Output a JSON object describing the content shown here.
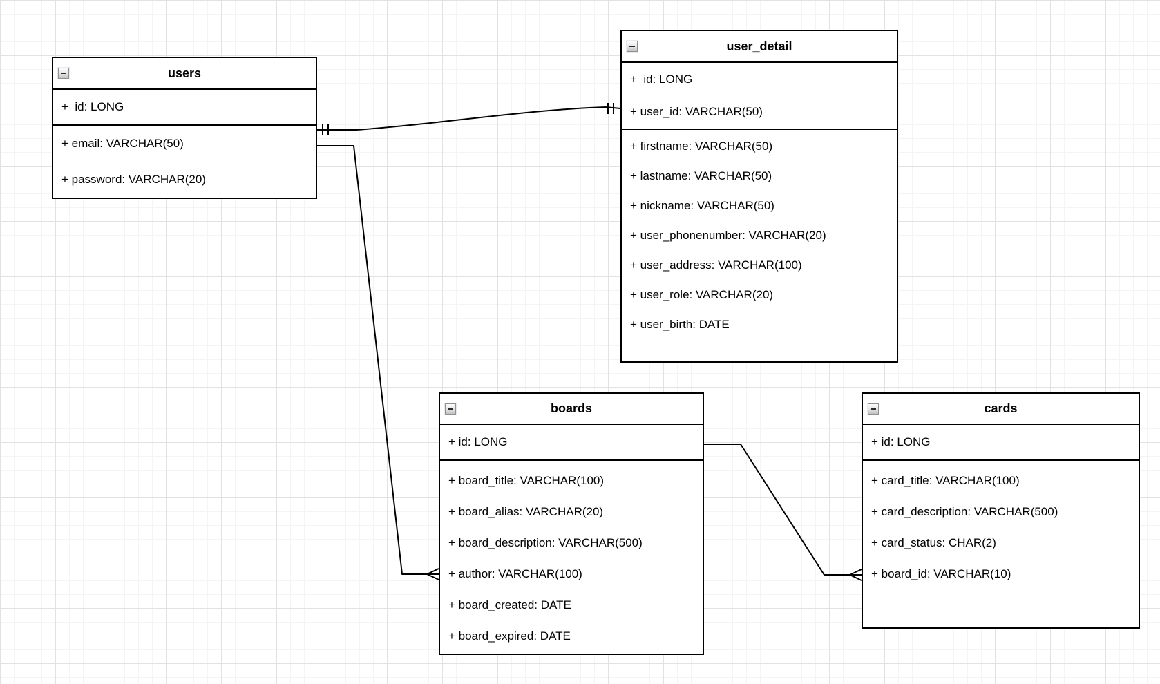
{
  "canvas": {
    "background_color": "#ffffff",
    "grid_minor_color": "#f4f4f4",
    "grid_major_color": "#e2e2e2",
    "line_color": "#000000"
  },
  "entities": [
    {
      "title": "users",
      "collapse_icon": "minus",
      "primary_rows": [
        "+  id: LONG"
      ],
      "attribute_rows": [
        "+ email: VARCHAR(50)",
        "+ password: VARCHAR(20)"
      ]
    },
    {
      "title": "user_detail",
      "collapse_icon": "minus",
      "primary_rows": [
        "+  id: LONG",
        "+ user_id: VARCHAR(50)"
      ],
      "attribute_rows": [
        "+ firstname: VARCHAR(50)",
        "+ lastname: VARCHAR(50)",
        "+ nickname: VARCHAR(50)",
        "+ user_phonenumber: VARCHAR(20)",
        "+ user_address: VARCHAR(100)",
        "+ user_role: VARCHAR(20)",
        "+ user_birth: DATE"
      ]
    },
    {
      "title": "boards",
      "collapse_icon": "minus",
      "primary_rows": [
        "+ id: LONG"
      ],
      "attribute_rows": [
        "+ board_title: VARCHAR(100)",
        "+ board_alias: VARCHAR(20)",
        "+ board_description: VARCHAR(500)",
        "+ author: VARCHAR(100)",
        "+ board_created: DATE",
        "+ board_expired: DATE"
      ]
    },
    {
      "title": "cards",
      "collapse_icon": "minus",
      "primary_rows": [
        "+ id: LONG"
      ],
      "attribute_rows": [
        "+ card_title: VARCHAR(100)",
        "+ card_description: VARCHAR(500)",
        "+ card_status: CHAR(2)",
        "+ board_id: VARCHAR(10)"
      ]
    }
  ],
  "relationships": [
    {
      "from_entity": "users",
      "to_entity": "user_detail",
      "to_attribute": "user_id",
      "from_cardinality": "exactly-one (||)",
      "to_cardinality": "exactly-one (||)"
    },
    {
      "from_entity": "users",
      "to_entity": "boards",
      "to_attribute": "author",
      "from_cardinality": "plain",
      "to_cardinality": "many (crow's foot)"
    },
    {
      "from_entity": "boards",
      "from_attribute": "id",
      "to_entity": "cards",
      "to_attribute": "board_id",
      "from_cardinality": "plain",
      "to_cardinality": "many (crow's foot)"
    }
  ]
}
